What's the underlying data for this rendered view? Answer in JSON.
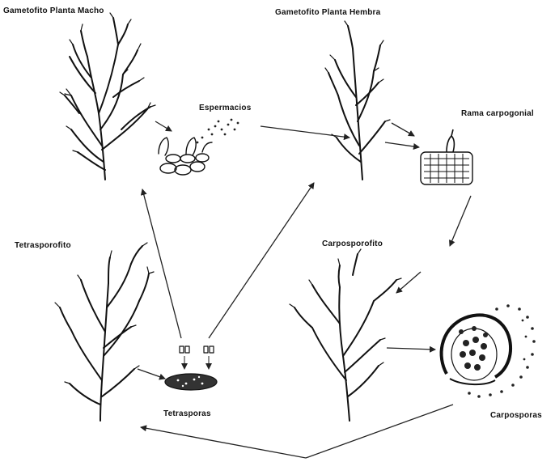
{
  "labels": {
    "male_gametophyte": "Gametofito Planta Macho",
    "female_gametophyte": "Gametofito   Planta Hembra",
    "spermatia": "Espermacios",
    "carpogonial_branch": "Rama carpogonial",
    "tetrasporophyte": "Tetrasporofito",
    "carposporophyte": "Carposporofito",
    "tetraspores": "Tetrasporas",
    "carpospores": "Carposporas"
  },
  "colors": {
    "ink": "#111111",
    "background": "#ffffff"
  },
  "icons": {
    "male_plant": "branching-seaweed-icon",
    "female_plant": "branching-seaweed-icon",
    "tetrasporophyte_plant": "branching-seaweed-icon",
    "carposporophyte_plant": "branching-seaweed-icon",
    "spermatia_release": "cell-cluster-icon",
    "carpogonium": "tissue-section-icon",
    "tetrasporangium": "spore-mass-icon",
    "cystocarp": "cystocarp-icon"
  }
}
